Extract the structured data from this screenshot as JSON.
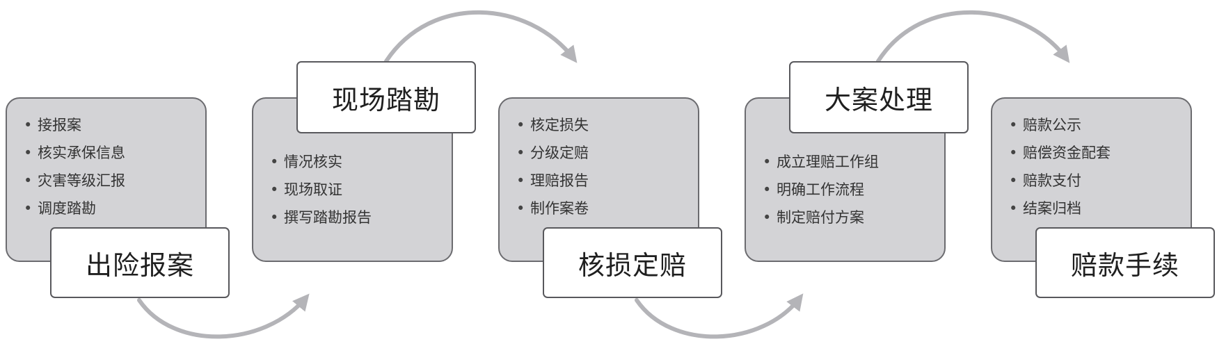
{
  "steps": [
    {
      "title": "出险报案",
      "items": [
        "接报案",
        "核实承保信息",
        "灾害等级汇报",
        "调度踏勘"
      ]
    },
    {
      "title": "现场踏勘",
      "items": [
        "情况核实",
        "现场取证",
        "撰写踏勘报告"
      ]
    },
    {
      "title": "核损定赔",
      "items": [
        "核定损失",
        "分级定赔",
        "理赔报告",
        "制作案卷"
      ]
    },
    {
      "title": "大案处理",
      "items": [
        "成立理赔工作组",
        "明确工作流程",
        "制定赔付方案"
      ]
    },
    {
      "title": "赔款手续",
      "items": [
        "赔款公示",
        "赔偿资金配套",
        "赔款支付",
        "结案归档"
      ]
    }
  ],
  "colors": {
    "box_fill": "#d3d3d6",
    "box_border": "#6b6b6f",
    "title_fill": "#ffffff",
    "arrow": "#b4b4b8"
  },
  "icons": [
    "curved-arrow-icon"
  ]
}
